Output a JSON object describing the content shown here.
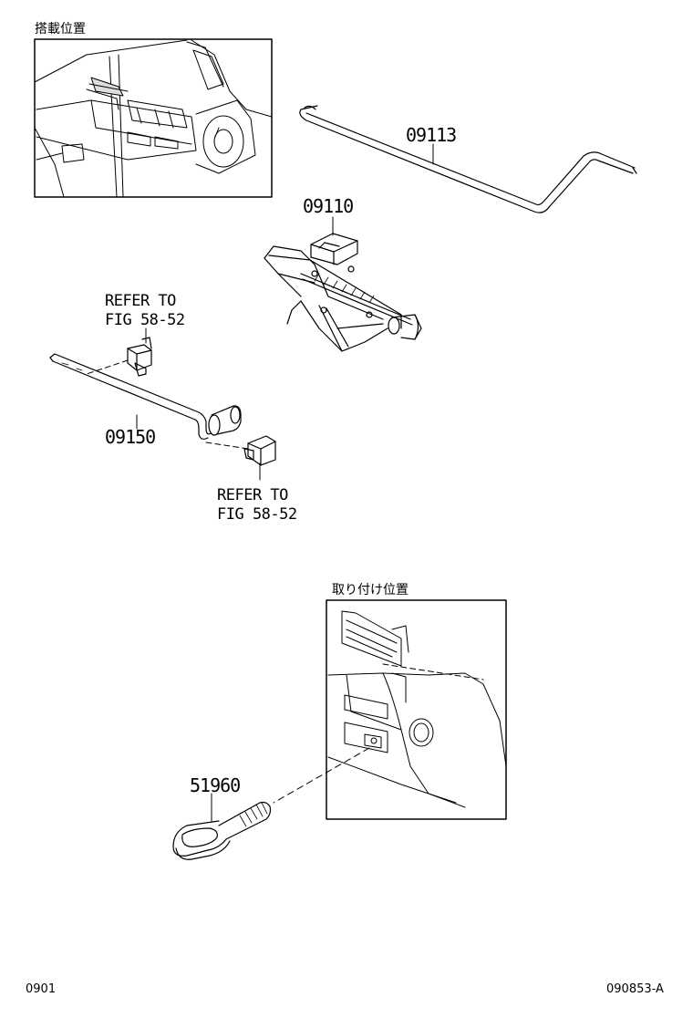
{
  "insets": {
    "vehicle_location_label": "搭載位置",
    "install_location_label": "取り付け位置"
  },
  "parts": {
    "p09113": "09113",
    "p09110": "09110",
    "p09150": "09150",
    "p51960": "51960"
  },
  "refs": {
    "ref_upper_line1": "REFER TO",
    "ref_upper_line2": "FIG 58-52",
    "ref_lower_line1": "REFER TO",
    "ref_lower_line2": "FIG 58-52"
  },
  "footer": {
    "left_code": "0901",
    "right_code": "090853-A"
  }
}
